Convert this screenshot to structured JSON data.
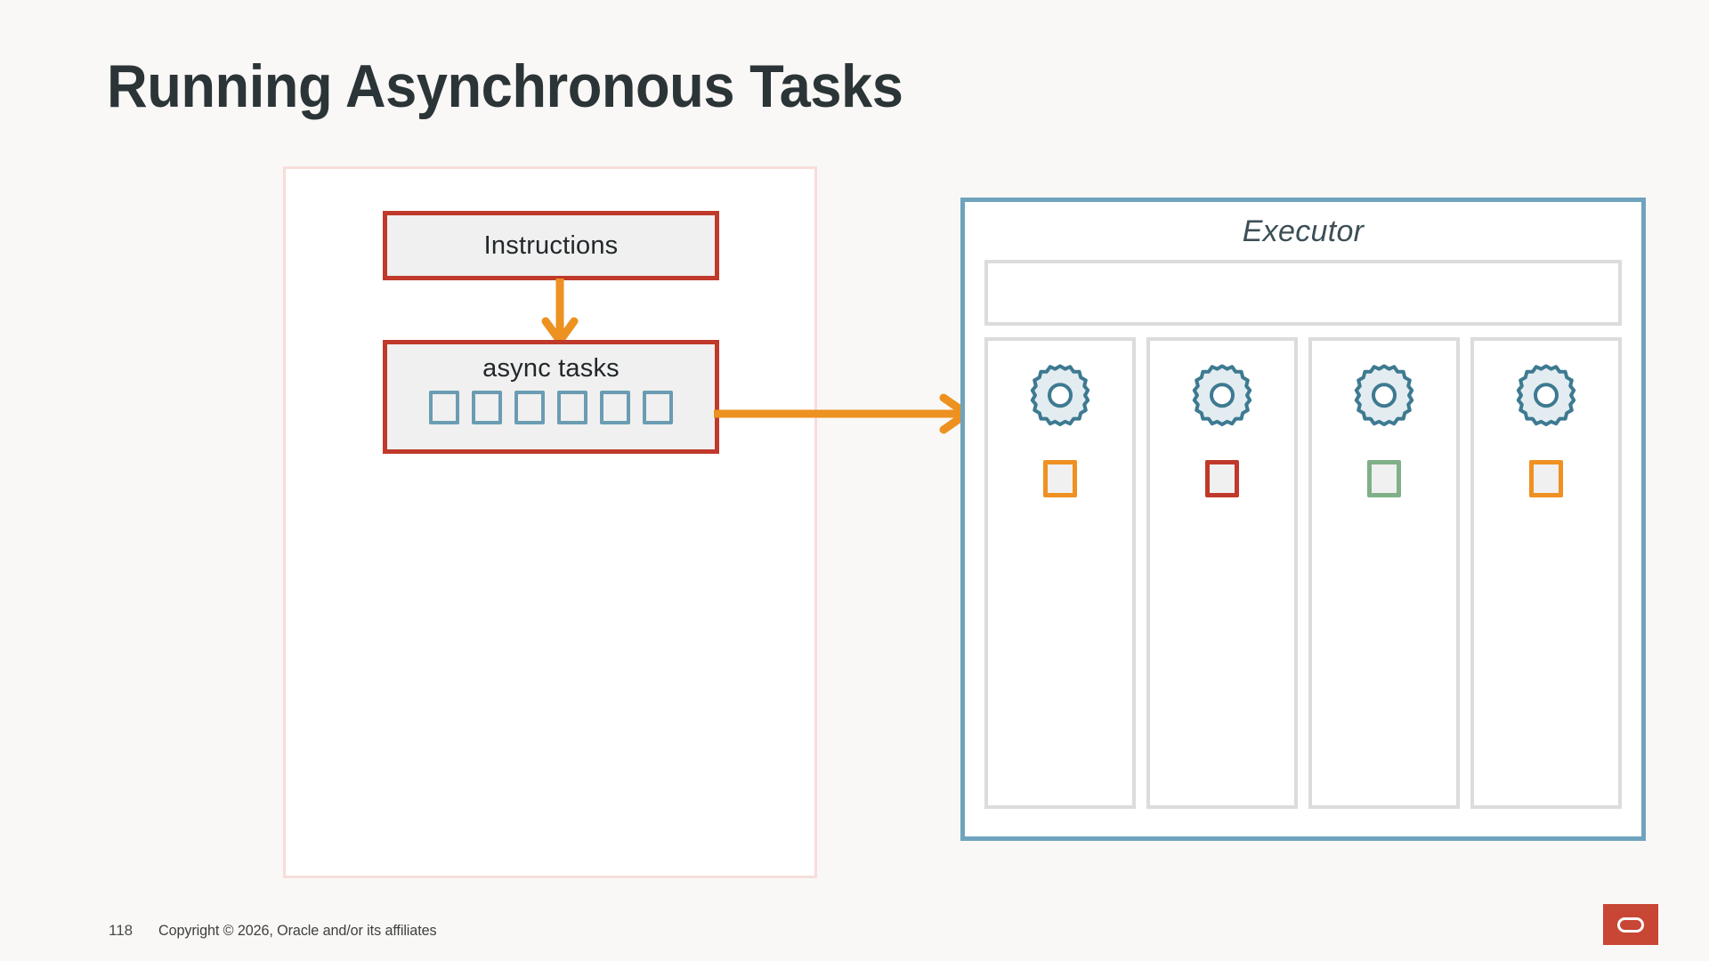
{
  "slide": {
    "title": "Running Asynchronous Tasks"
  },
  "producer": {
    "instructions_box": {
      "label": "Instructions",
      "border_color": "#c0392b",
      "fill_color": "#f0f0f0"
    },
    "async_box": {
      "label": "async tasks",
      "border_color": "#c0392b",
      "fill_color": "#f0f0f0",
      "tasks": [
        {
          "name": "task-1",
          "color": "#6a9cb3"
        },
        {
          "name": "task-2",
          "color": "#6a9cb3"
        },
        {
          "name": "task-3",
          "color": "#6a9cb3"
        },
        {
          "name": "task-4",
          "color": "#6a9cb3"
        },
        {
          "name": "task-5",
          "color": "#6a9cb3"
        },
        {
          "name": "task-6",
          "color": "#6a9cb3"
        }
      ]
    },
    "panel_border_color": "#f7dedb"
  },
  "arrows": {
    "down": {
      "name": "instructions-to-async-arrow",
      "color": "#ed9121"
    },
    "right": {
      "name": "async-to-executor-arrow",
      "color": "#ed9121"
    }
  },
  "executor": {
    "title": "Executor",
    "border_color": "#6fa3bd",
    "queue": {
      "name": "executor-queue",
      "border_color": "#dcdcdc"
    },
    "workers": [
      {
        "name": "worker-1",
        "icon": "gear-icon",
        "state_color": "#ef9122"
      },
      {
        "name": "worker-2",
        "icon": "gear-icon",
        "state_color": "#c0392b"
      },
      {
        "name": "worker-3",
        "icon": "gear-icon",
        "state_color": "#7fb088"
      },
      {
        "name": "worker-4",
        "icon": "gear-icon",
        "state_color": "#ef9122"
      }
    ],
    "gear_stroke_color": "#3d7a91",
    "gear_fill_color": "#e3ecf0"
  },
  "footer": {
    "page_number": "118",
    "copyright": "Copyright © 2026, Oracle and/or its affiliates",
    "logo_color": "#c74634"
  }
}
